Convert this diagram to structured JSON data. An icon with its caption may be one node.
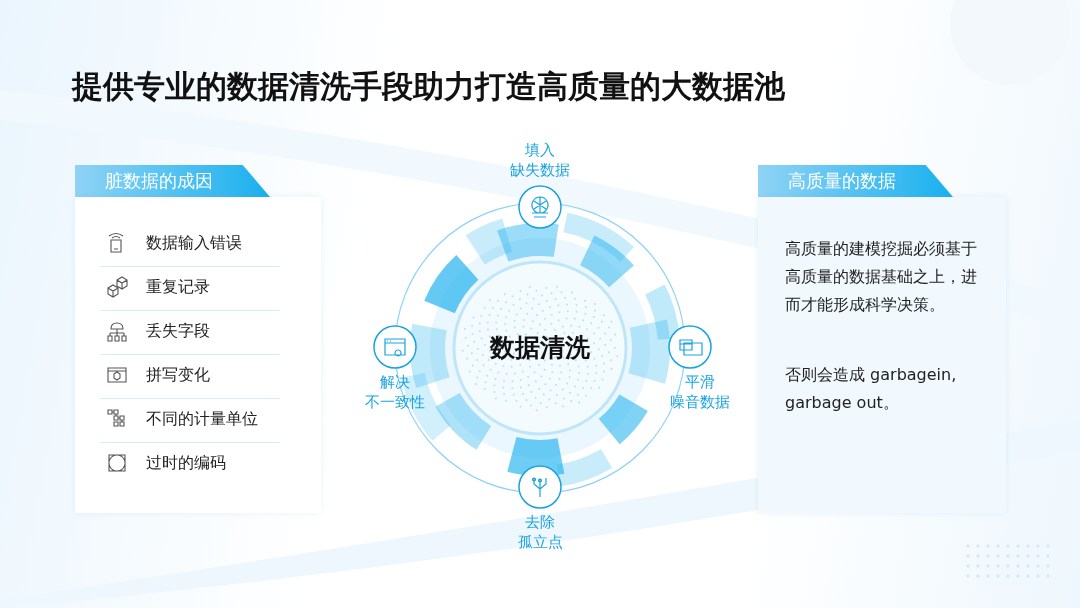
{
  "diagram": {
    "title": "提供专业的数据清洗手段助力打造高质量的大数据池",
    "nodes": [
      {
        "text": [
          "脏数据的成因",
          "数据输入错误",
          "重复记录",
          "丢失字段",
          "拼写变化",
          "不同的计量单位",
          "过时的编码"
        ]
      },
      {
        "text": [
          "数据清洗"
        ]
      },
      {
        "text": [
          "填入",
          "缺失数据"
        ]
      },
      {
        "text": [
          "解决",
          "不一致性"
        ]
      },
      {
        "text": [
          "平滑",
          "噪音数据"
        ]
      },
      {
        "text": [
          "去除",
          "孤立点"
        ]
      },
      {
        "text": [
          "高质量的数据",
          "高质量的建模挖掘必须基于高质量的数据基础之上，进而才能形成科学决策。",
          "否则会造成 garbagein, garbage out。"
        ]
      }
    ]
  }
}
